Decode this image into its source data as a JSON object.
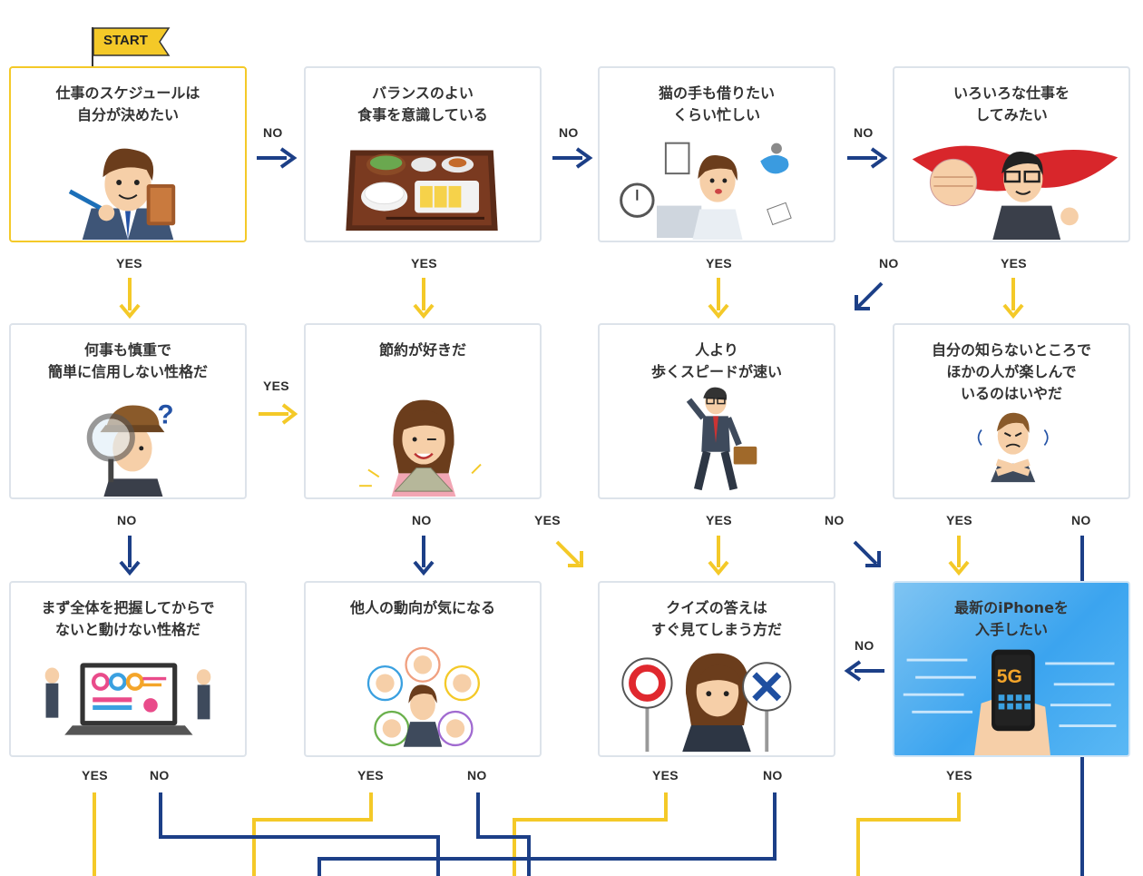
{
  "start_label": "START",
  "cards": {
    "c11": "仕事のスケジュールは\n自分が決めたい",
    "c12": "バランスのよい\n食事を意識している",
    "c13": "猫の手も借りたい\nくらい忙しい",
    "c14": "いろいろな仕事を\nしてみたい",
    "c21": "何事も慎重で\n簡単に信用しない性格だ",
    "c22": "節約が好きだ",
    "c23": "人より\n歩くスピードが速い",
    "c24": "自分の知らないところで\nほかの人が楽しんで\nいるのはいやだ",
    "c31": "まず全体を把握してからで\nないと動けない性格だ",
    "c32": "他人の動向が気になる",
    "c33": "クイズの答えは\nすぐ見てしまう方だ",
    "c34": "最新のiPhoneを\n入手したい"
  },
  "labels": {
    "yes": "YES",
    "no": "NO"
  },
  "phone_badge": "5G",
  "colors": {
    "yes": "#f4c928",
    "no": "#1c3f87",
    "border": "#dde3ea"
  }
}
